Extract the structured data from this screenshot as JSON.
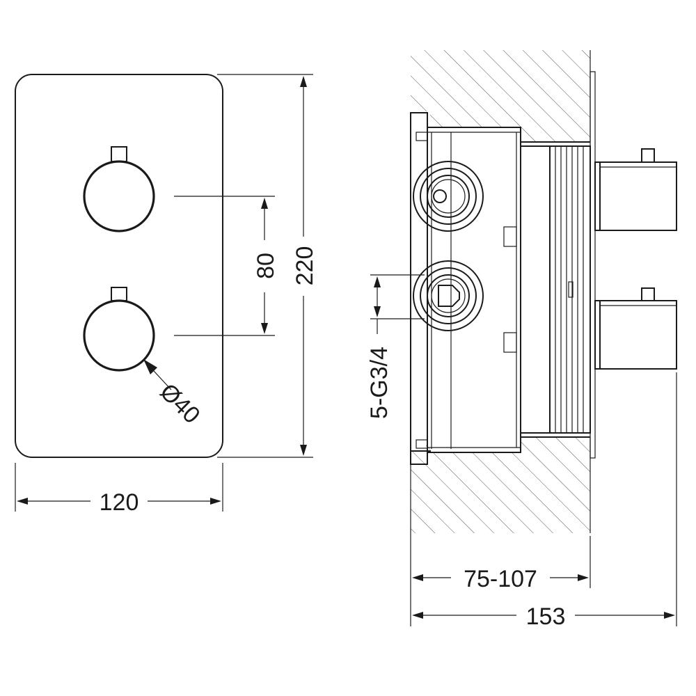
{
  "dimensions": {
    "width_front": "120",
    "height_total": "220",
    "knob_spacing": "80",
    "knob_diameter": "Ø40",
    "connections": "5-G3/4",
    "wall_depth": "75-107",
    "total_depth": "153"
  },
  "colors": {
    "line": "#1a1a1a",
    "hatch": "#555555",
    "background": "#ffffff"
  }
}
